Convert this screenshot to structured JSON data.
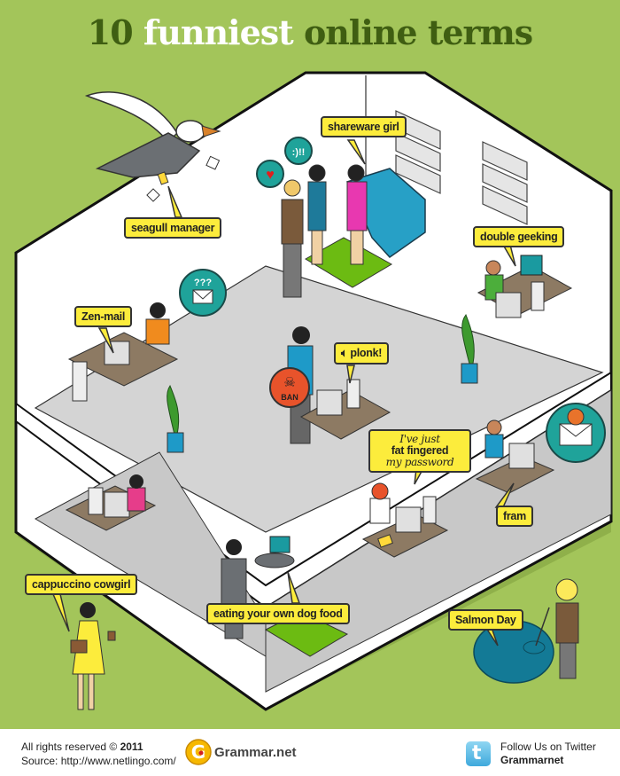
{
  "title": {
    "number": "10",
    "highlight": "funniest",
    "rest": "online terms"
  },
  "colors": {
    "background": "#a3c55a",
    "title": "#3f5e12",
    "bubble": "#fcec3c",
    "floor": "#d4d4d4",
    "wall": "#ffffff",
    "rug": "#6cbb12",
    "teal": "#1fa39a",
    "ban": "#e8532b"
  },
  "terms": [
    {
      "label": "seagull manager"
    },
    {
      "label": "shareware girl"
    },
    {
      "label": "double geeking"
    },
    {
      "label": "Zen-mail"
    },
    {
      "label": "plonk!"
    },
    {
      "label": "fram"
    },
    {
      "label": "cappuccino cowgirl"
    },
    {
      "label": "eating your own dog food"
    },
    {
      "label": "Salmon Day"
    }
  ],
  "fat_finger": {
    "line1": "I've just",
    "line2": "fat fingered",
    "line3": "my password"
  },
  "small_bubbles": {
    "smiley": ":)!!",
    "question": "???",
    "ban": "BAN"
  },
  "footer": {
    "rights": "All rights reserved ©",
    "year": "2011",
    "source": "Source: http://www.netlingo.com/",
    "brand": "Grammar.net",
    "follow": "Follow Us on Twitter",
    "handle": "Grammarnet"
  }
}
